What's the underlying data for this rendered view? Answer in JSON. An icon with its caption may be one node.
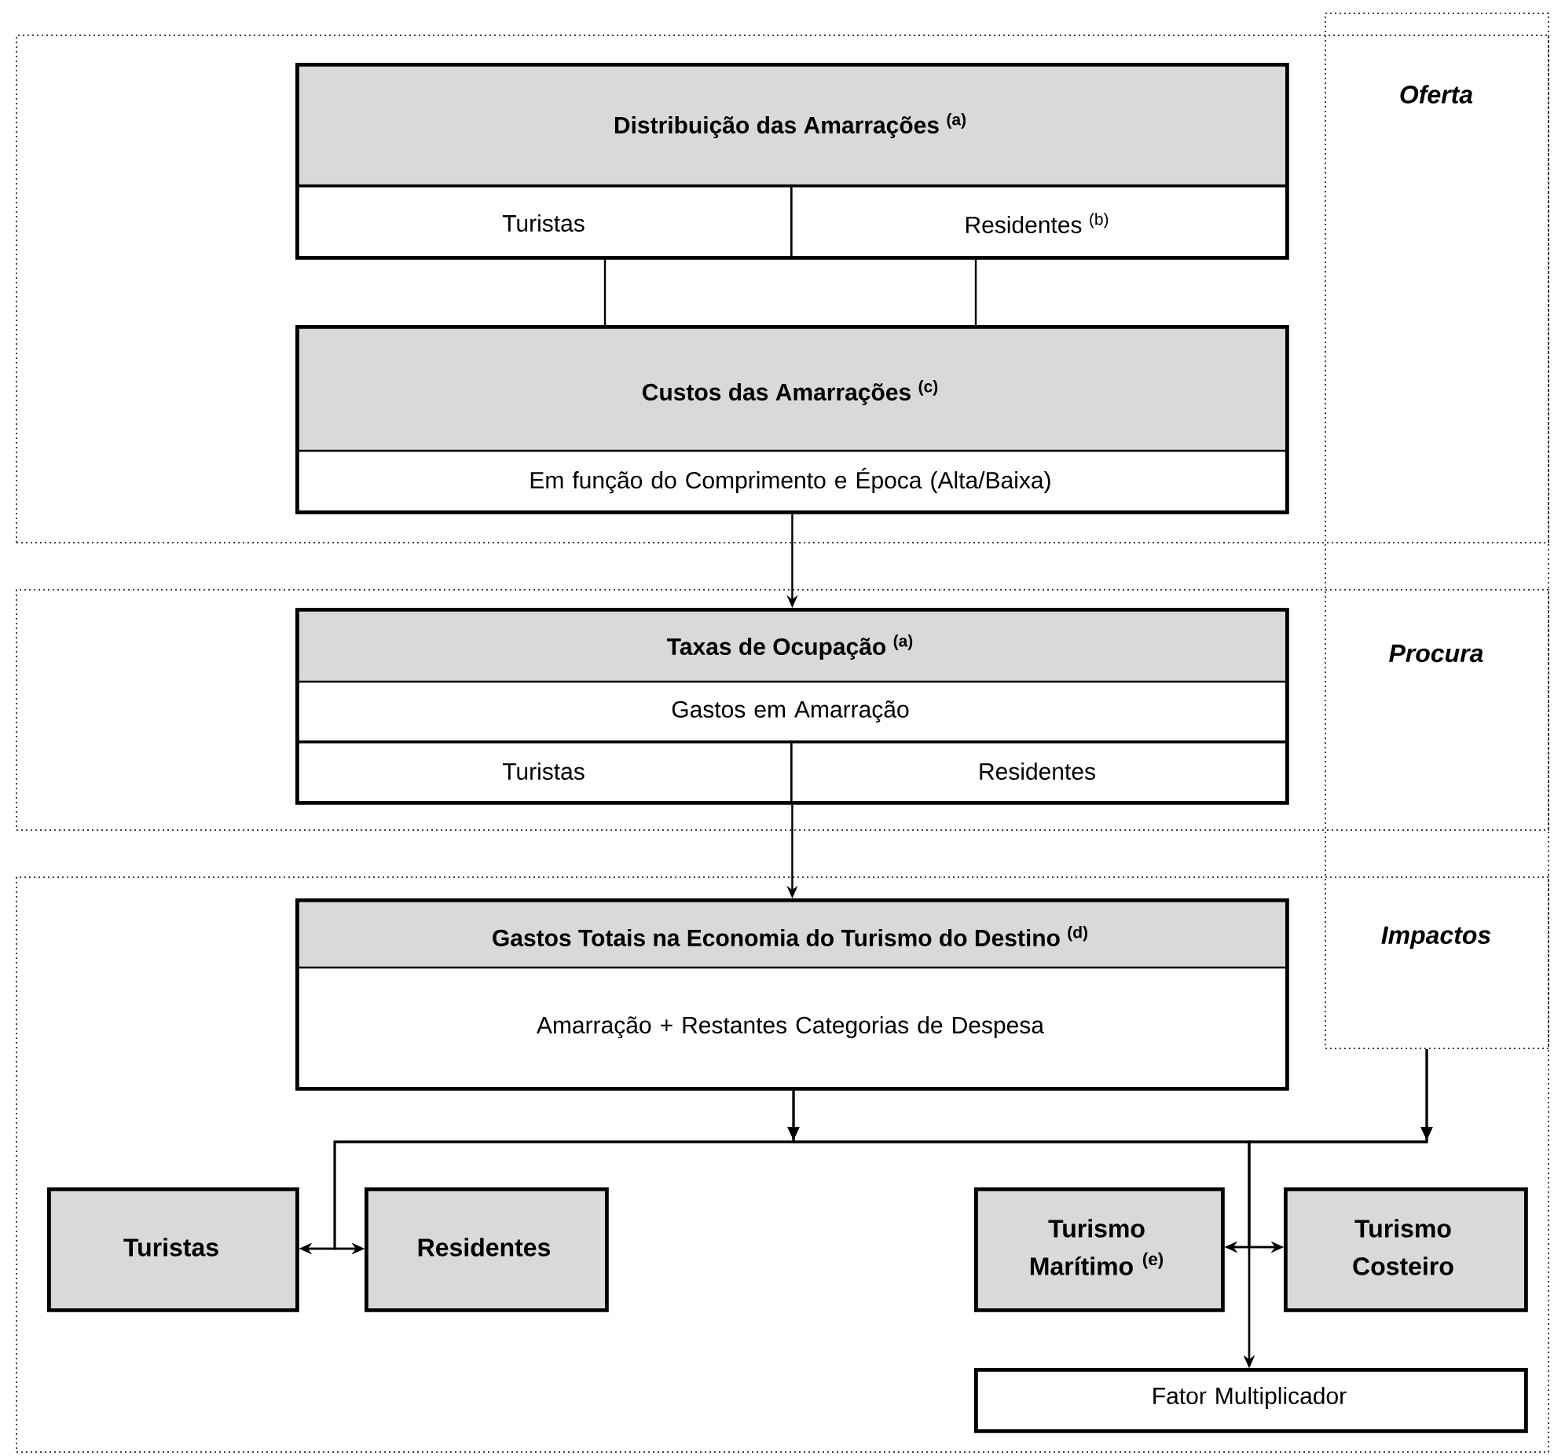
{
  "diagram": {
    "nodes": [
      {
        "text": [
          "Oferta",
          "Procura",
          "Impactos"
        ]
      },
      {
        "text": [],
        "shape": "box"
      },
      {
        "text": [
          "Distribuição das Amarrações $^{(a)}$"
        ],
        "in": 1
      },
      {
        "text": [
          "Turistas"
        ],
        "in": 2
      },
      {
        "text": [
          "Residentes $^{(b)}$"
        ],
        "in": 2
      },
      {
        "text": [
          "Custos das Amarrações $^{(c)}$",
          "Em função do Comprimento e Época (Alta/Baixa)"
        ],
        "in": 1
      },
      {
        "text": [],
        "shape": "box"
      },
      {
        "text": [
          "Taxas de Ocupação $^{(a)}$",
          "Gastos em Amarração"
        ],
        "in": 6
      },
      {
        "text": [
          "Turistas"
        ],
        "in": 7
      },
      {
        "text": [
          "Residentes"
        ],
        "in": 7
      },
      {
        "text": [],
        "shape": "box"
      },
      {
        "text": [
          "Gastos Totais na Economia do Turismo do Destino $^{(d)}$",
          "Amarração + Restantes Categorias de Despesa"
        ],
        "in": 10
      },
      {
        "text": [
          "Turistas"
        ],
        "in": 10
      },
      {
        "text": [
          "Residentes"
        ],
        "in": 10
      },
      {
        "text": [
          "Turismo Marítimo $^{(e)}$"
        ],
        "in": 10
      },
      {
        "text": [
          "Turismo Costeiro"
        ],
        "in": 10
      },
      {
        "text": [
          "Fator Multiplicador"
        ],
        "in": 10
      }
    ],
    "edges": [
      {
        "from": 3,
        "to": 5,
        "arrow": "none"
      },
      {
        "from": 4,
        "to": 5,
        "arrow": "none"
      },
      {
        "from": 5,
        "to": 7,
        "arrow": "to"
      },
      {
        "from": 7,
        "to": 11,
        "arrow": "to"
      },
      {
        "from": 11,
        "to": 12,
        "arrow": "to"
      },
      {
        "from": 11,
        "to": 13,
        "arrow": "to"
      },
      {
        "from": 11,
        "to": 14,
        "arrow": "to"
      },
      {
        "from": 11,
        "to": 15,
        "arrow": "to"
      },
      {
        "from": 11,
        "to": 16,
        "arrow": "to"
      },
      {
        "from": 0,
        "to": 12,
        "arrow": "to"
      },
      {
        "from": 0,
        "to": 13,
        "arrow": "to"
      },
      {
        "from": 0,
        "to": 14,
        "arrow": "to"
      },
      {
        "from": 0,
        "to": 15,
        "arrow": "to"
      },
      {
        "from": 0,
        "to": 16,
        "arrow": "to"
      }
    ]
  }
}
